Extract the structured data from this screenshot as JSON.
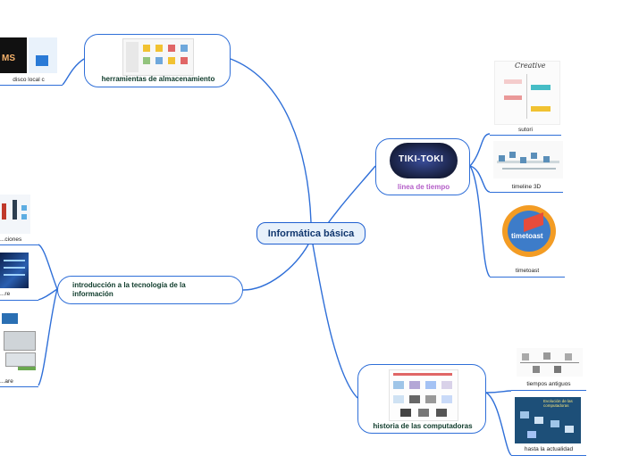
{
  "map": {
    "central_topic": "Informática básica",
    "branches": {
      "storage": {
        "title": "herramientas de almacenamiento",
        "children": [
          "disco local c"
        ]
      },
      "timeline": {
        "title": "linea de tiempo",
        "children": [
          "sutori",
          "timeline 3D",
          "timetoast"
        ]
      },
      "intro": {
        "title": "introducción a la tecnología de la información",
        "children": [
          "...ciones",
          "...re",
          "...are"
        ]
      },
      "history": {
        "title": "historia de las computadoras",
        "children": [
          "tiempos antiguos",
          "hasta la actualidad"
        ]
      }
    },
    "image_text": {
      "tiki_toki": "TIKI-TOKI",
      "timetoast_logo": "timetoast",
      "creative": "Creative",
      "cms": "MS",
      "evolucion": "Evolución de las computadoras"
    }
  },
  "colors": {
    "line": "#2f6fd8",
    "center_fill": "#e8f1fb",
    "label_text": "#0d3a2a",
    "timeline_title": "#b45ec8"
  }
}
